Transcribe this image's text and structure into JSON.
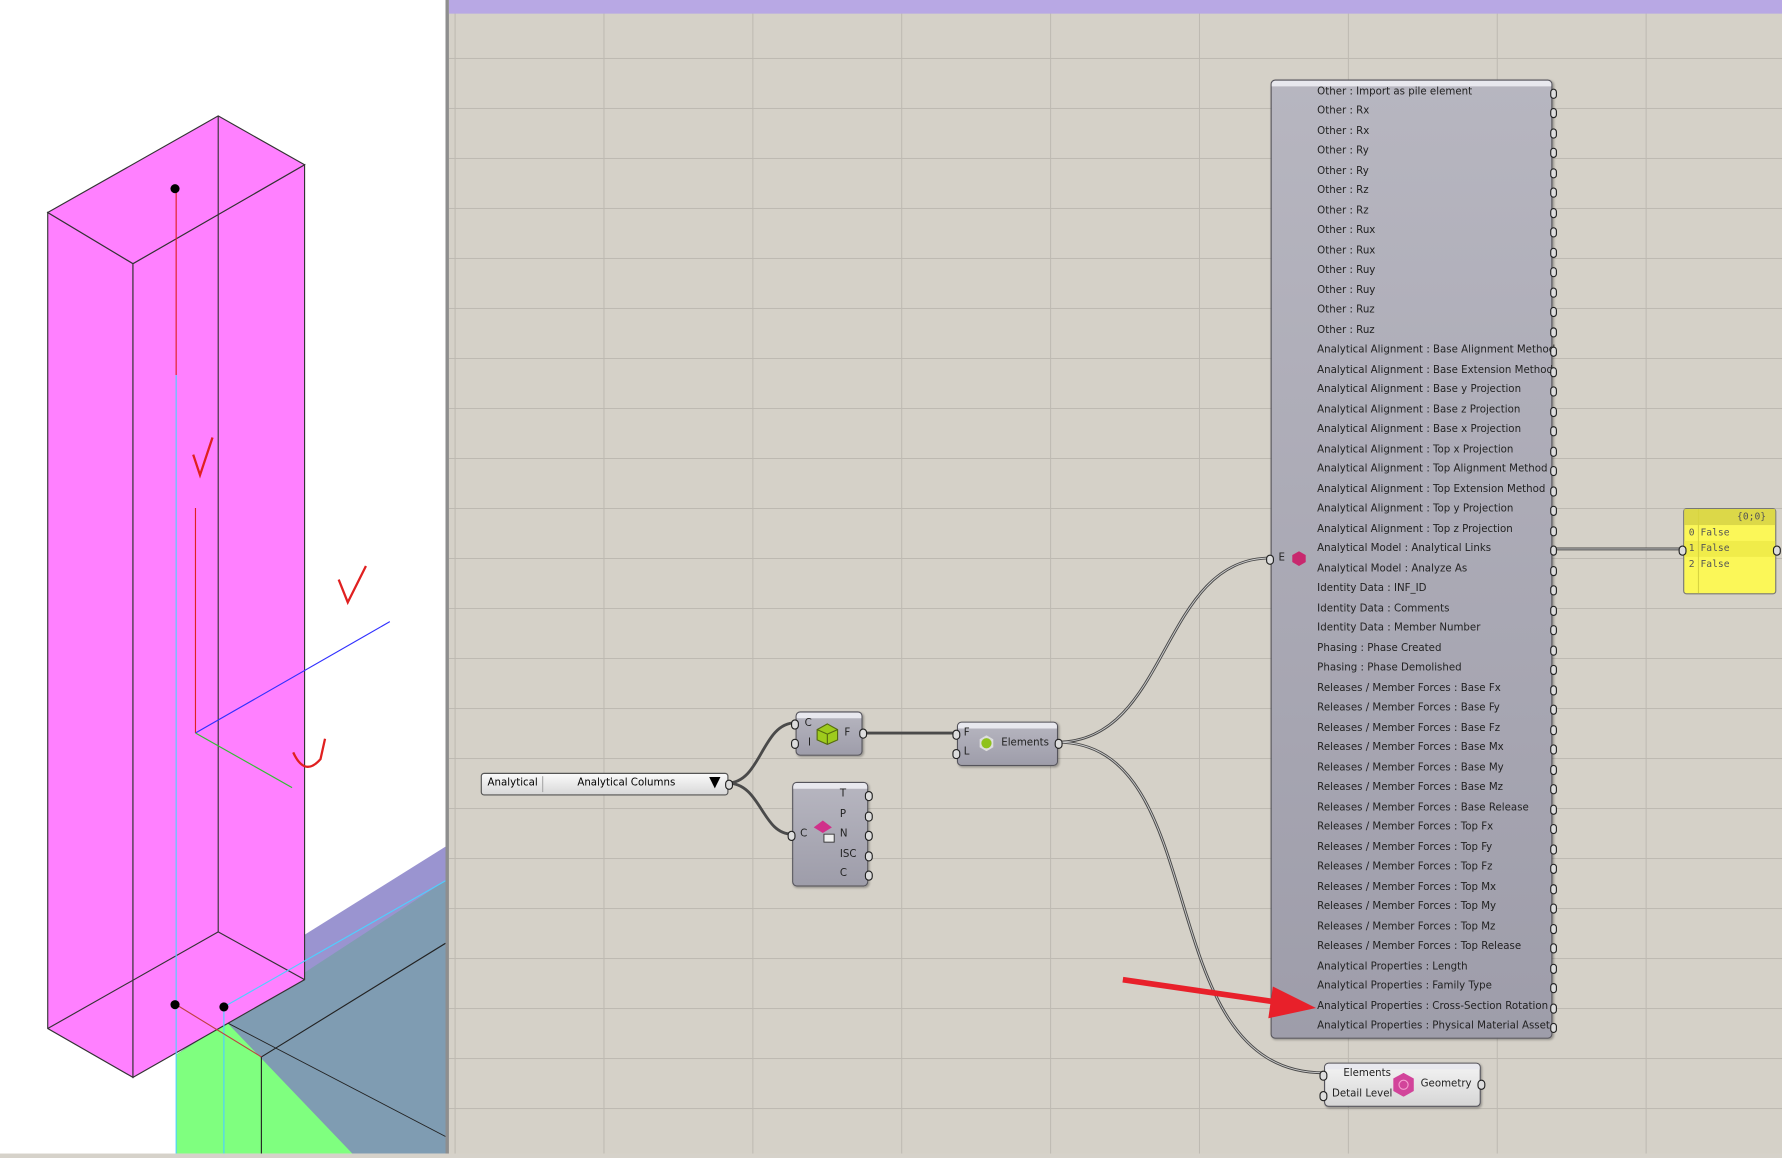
{
  "value_list": {
    "category": "Analytical",
    "selected": "Analytical Columns"
  },
  "filter_node": {
    "inputs": [
      "C",
      "I"
    ],
    "output": "F"
  },
  "elements_node": {
    "inputs": [
      "F",
      "L"
    ],
    "label": "Elements"
  },
  "category_node": {
    "input": "C",
    "outputs": [
      "T",
      "P",
      "N",
      "ISC",
      "C"
    ]
  },
  "parameters_node": {
    "input": "E",
    "outputs": [
      "Other : Import as pile element",
      "Other : Rx",
      "Other : Rx",
      "Other : Ry",
      "Other : Ry",
      "Other : Rz",
      "Other : Rz",
      "Other : Rux",
      "Other : Rux",
      "Other : Ruy",
      "Other : Ruy",
      "Other : Ruz",
      "Other : Ruz",
      "Analytical Alignment : Base Alignment Method",
      "Analytical Alignment : Base Extension Method",
      "Analytical Alignment : Base y Projection",
      "Analytical Alignment : Base z Projection",
      "Analytical Alignment : Base x Projection",
      "Analytical Alignment : Top x Projection",
      "Analytical Alignment : Top Alignment Method",
      "Analytical Alignment : Top Extension Method",
      "Analytical Alignment : Top y Projection",
      "Analytical Alignment : Top z Projection",
      "Analytical Model : Analytical Links",
      "Analytical Model : Analyze As",
      "Identity Data : INF_ID",
      "Identity Data : Comments",
      "Identity Data : Member Number",
      "Phasing : Phase Created",
      "Phasing : Phase Demolished",
      "Releases / Member Forces : Base Fx",
      "Releases / Member Forces : Base Fy",
      "Releases / Member Forces : Base Fz",
      "Releases / Member Forces : Base Mx",
      "Releases / Member Forces : Base My",
      "Releases / Member Forces : Base Mz",
      "Releases / Member Forces : Base Release",
      "Releases / Member Forces : Top Fx",
      "Releases / Member Forces : Top Fy",
      "Releases / Member Forces : Top Fz",
      "Releases / Member Forces : Top Mx",
      "Releases / Member Forces : Top My",
      "Releases / Member Forces : Top Mz",
      "Releases / Member Forces : Top Release",
      "Analytical Properties : Length",
      "Analytical Properties : Family Type",
      "Analytical Properties : Cross-Section Rotation",
      "Analytical Properties : Physical Material Asset"
    ]
  },
  "panel": {
    "path": "{0;0}",
    "rows": [
      {
        "index": "0",
        "value": "False"
      },
      {
        "index": "1",
        "value": "False"
      },
      {
        "index": "2",
        "value": "False"
      }
    ]
  },
  "geometry_node": {
    "inputs": [
      "Elements",
      "Detail Level"
    ],
    "output": "Geometry"
  },
  "colors": {
    "box": "#ff80ff",
    "annotation_arrow": "#e8202a",
    "panel": "#fbf758"
  }
}
